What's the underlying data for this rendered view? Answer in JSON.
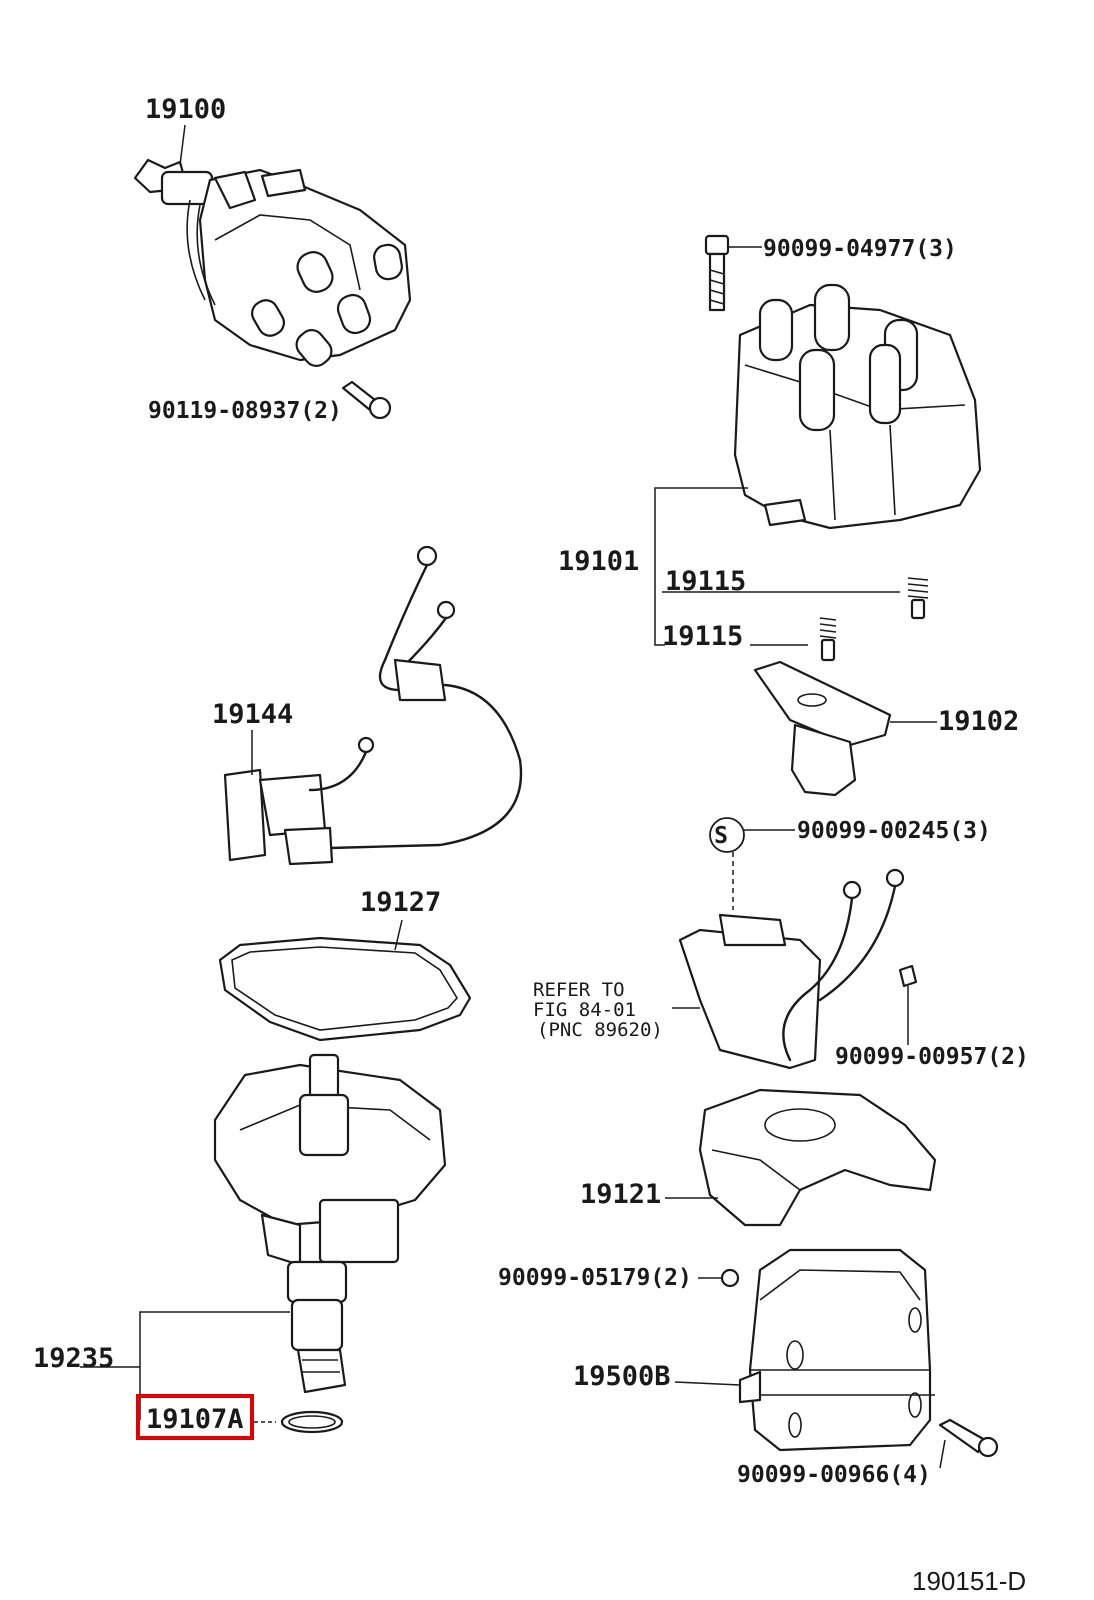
{
  "labels": {
    "distributor_assy": "19100",
    "screw_90119": "90119-08937(2)",
    "bolt_90099_04977": "90099-04977(3)",
    "cap_19101": "19101",
    "spring_19115_a": "19115",
    "spring_19115_b": "19115",
    "rotor_19102": "19102",
    "cord_19144": "19144",
    "screw_90099_00245": "90099-00245(3)",
    "s_marker": "S",
    "refer_line1": "REFER TO",
    "refer_line2": "FIG 84-01",
    "refer_line3": "(PNC 89620)",
    "screw_90099_00957": "90099-00957(2)",
    "gasket_19127": "19127",
    "housing_19235": "19235",
    "oring_19107a": "19107A",
    "cover_19121": "19121",
    "screw_90099_05179": "90099-05179(2)",
    "coil_19500b": "19500B",
    "bolt_90099_00966": "90099-00966(4)",
    "diagram_code": "190151-D"
  },
  "highlight": {
    "target": "19107A",
    "color": "#e00000"
  }
}
